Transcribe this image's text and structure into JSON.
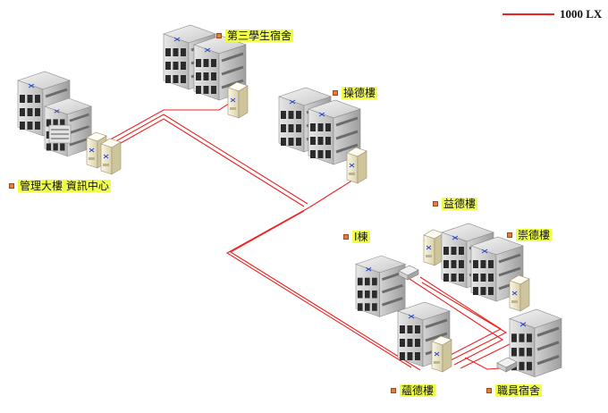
{
  "legend": {
    "label": "1000 LX",
    "color": "#ee2222"
  },
  "buildings": [
    {
      "id": "admin",
      "label": "管理大樓  資訊中心"
    },
    {
      "id": "dorm3",
      "label": "第三學生宿舍"
    },
    {
      "id": "caode",
      "label": "操德樓"
    },
    {
      "id": "yide",
      "label": "益德樓"
    },
    {
      "id": "chongde",
      "label": "崇德樓"
    },
    {
      "id": "i_building",
      "label": "I棟"
    },
    {
      "id": "yunde",
      "label": "蘊德樓"
    },
    {
      "id": "staff_dorm",
      "label": "職員宿舍"
    }
  ],
  "colors": {
    "link": "#ee2222",
    "label_highlight": "#eeff44",
    "bullet": "#e87a3c"
  }
}
